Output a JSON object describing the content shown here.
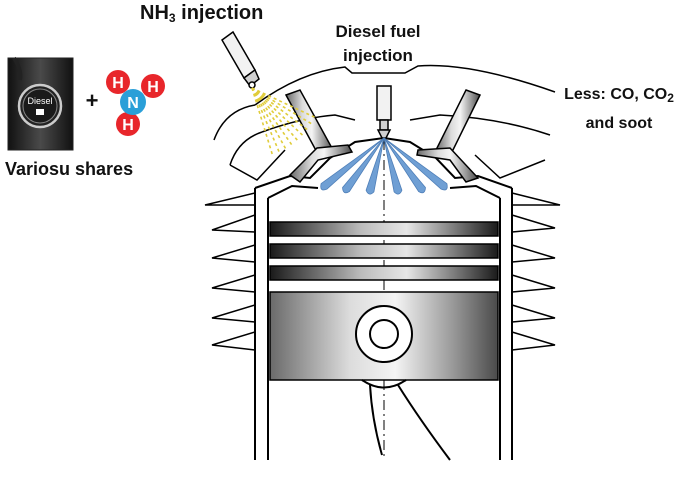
{
  "labels": {
    "nh3_prefix": "NH",
    "nh3_sub": "3",
    "nh3_suffix": " injection",
    "diesel_line1": "Diesel fuel",
    "diesel_line2": "injection",
    "less_prefix": "Less: CO, CO",
    "less_sub": "2",
    "less_line2": "and soot",
    "plus": "+",
    "shares": "Variosu shares"
  },
  "pump_badge": "Diesel",
  "molecule": {
    "center": "N",
    "ligand": "H"
  },
  "colors": {
    "hydrogen": "#e8262b",
    "nitrogen": "#2a9fd8",
    "diesel_spray": "#6f9fd4",
    "ammonia_spray": "#e0cc3a",
    "outline": "#000000"
  }
}
